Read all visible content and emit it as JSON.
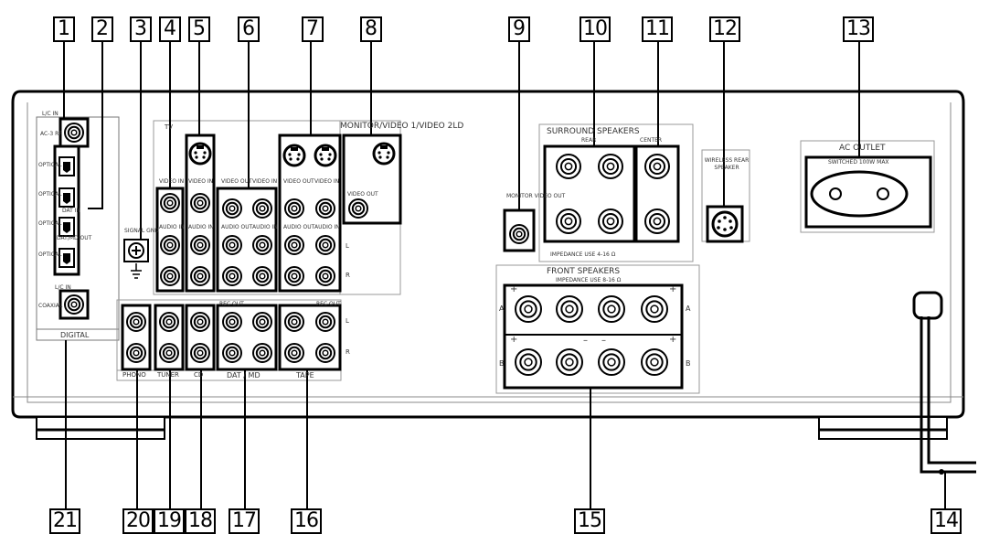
{
  "callouts_top": [
    "1",
    "2",
    "3",
    "4",
    "5",
    "6",
    "7",
    "8",
    "9",
    "10",
    "11",
    "12",
    "13"
  ],
  "callouts_bottom": [
    "21",
    "20",
    "19",
    "18",
    "17",
    "16",
    "15",
    "14"
  ],
  "panel_labels": {
    "ag_in": "L/C IN",
    "ac3": "AC-3 RF",
    "optical": "OPTICAL",
    "dat_in": "DAT IN",
    "dat_out": "DAT/MD OUT",
    "coaxial": "COAXIAL",
    "coax_in": "L/C IN",
    "digital": "DIGITAL",
    "signal_gnd": "SIGNAL GND",
    "tv": "TV",
    "monitor_group": "MONITOR/VIDEO 1/VIDEO 2LD",
    "video_in": "VIDEO IN",
    "video_out": "VIDEO OUT",
    "audio_in": "AUDIO IN",
    "audio_out": "AUDIO OUT",
    "l": "L",
    "r": "R",
    "monitor_video_out": "MONITOR VIDEO OUT",
    "surround_speakers": "SURROUND SPEAKERS",
    "rear": "REAR",
    "center": "CENTER",
    "impedance_surround": "IMPEDANCE USE 4-16 Ω",
    "wireless": "WIRELESS REAR SPEAKER",
    "ac_outlet": "AC OUTLET",
    "ac_outlet_sub": "SWITCHED 100W MAX",
    "front_speakers": "FRONT SPEAKERS",
    "impedance_front": "IMPEDANCE USE 8-16 Ω",
    "a": "A",
    "b": "B",
    "phono": "PHONO",
    "tuner": "TUNER",
    "cd": "CD",
    "dat_md": "DAT / MD",
    "tape": "TAPE",
    "rec_out": "REC OUT",
    "plus": "+",
    "minus": "–"
  }
}
